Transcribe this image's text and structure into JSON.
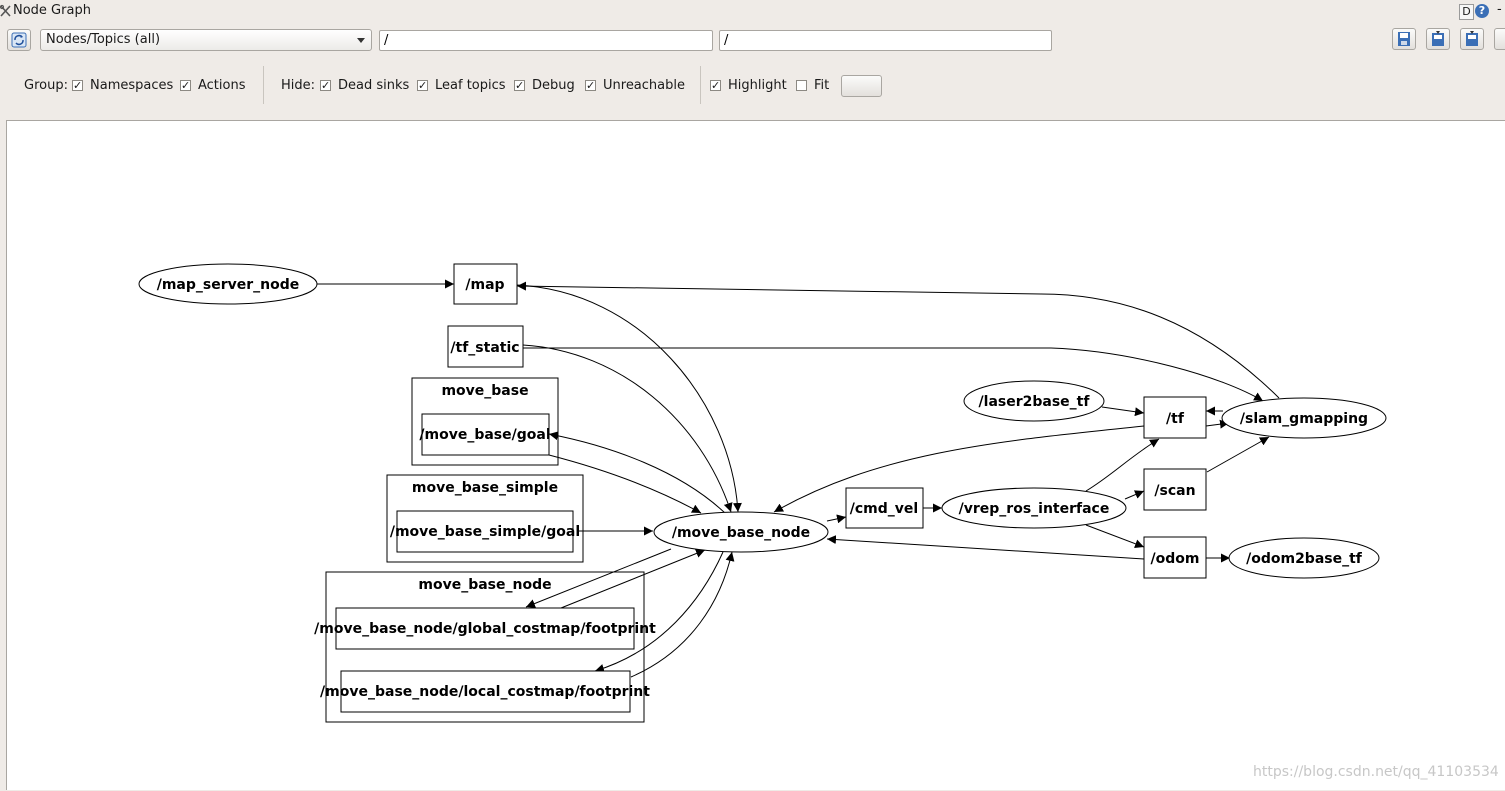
{
  "window": {
    "title": "Node Graph",
    "d_label": "D",
    "help_label": "?",
    "dash_label": "-"
  },
  "toolbar": {
    "graph_mode": "Nodes/Topics (all)",
    "node_filter": "/",
    "topic_filter": "/"
  },
  "options": {
    "group_label": "Group:",
    "namespaces": {
      "label": "Namespaces",
      "checked": true
    },
    "actions": {
      "label": "Actions",
      "checked": true
    },
    "hide_label": "Hide:",
    "dead_sinks": {
      "label": "Dead sinks",
      "checked": true
    },
    "leaf_topics": {
      "label": "Leaf topics",
      "checked": true
    },
    "debug": {
      "label": "Debug",
      "checked": true
    },
    "unreachable": {
      "label": "Unreachable",
      "checked": true
    },
    "highlight": {
      "label": "Highlight",
      "checked": true
    },
    "fit": {
      "label": "Fit",
      "checked": false
    }
  },
  "graph": {
    "nodes": {
      "map_server_node": "/map_server_node",
      "move_base_node": "/move_base_node",
      "laser2base_tf": "/laser2base_tf",
      "slam_gmapping": "/slam_gmapping",
      "vrep_ros_interface": "/vrep_ros_interface",
      "odom2base_tf": "/odom2base_tf"
    },
    "topics": {
      "map": "/map",
      "tf_static": "/tf_static",
      "move_base_goal": "/move_base/goal",
      "move_base_simple_goal": "/move_base_simple/goal",
      "global_footprint": "/move_base_node/global_costmap/footprint",
      "local_footprint": "/move_base_node/local_costmap/footprint",
      "tf": "/tf",
      "cmd_vel": "/cmd_vel",
      "scan": "/scan",
      "odom": "/odom"
    },
    "groups": {
      "move_base": "move_base",
      "move_base_simple": "move_base_simple",
      "move_base_node": "move_base_node"
    }
  },
  "watermark": "https://blog.csdn.net/qq_41103534",
  "colors": {
    "background": "#efebe7",
    "canvas": "#ffffff",
    "edge": "#000000",
    "help": "#3b6fb6"
  }
}
